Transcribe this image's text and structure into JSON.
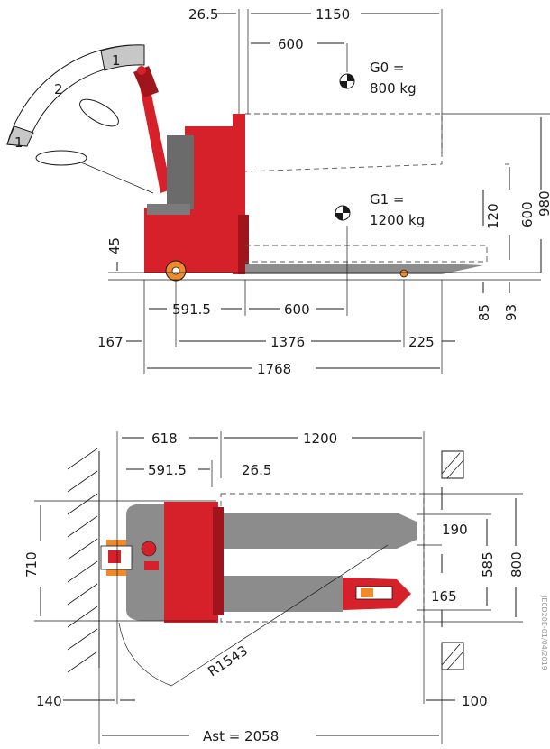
{
  "side_view": {
    "dims": {
      "d26_5": "26.5",
      "d1150": "1150",
      "d600_top": "600",
      "g0_label": "G0 =",
      "g0_load": "800 kg",
      "g1_label": "G1 =",
      "g1_load": "1200 kg",
      "d120": "120",
      "d600_right": "600",
      "d980": "980",
      "d45": "45",
      "d591_5": "591.5",
      "d600_bottom": "600",
      "d85": "85",
      "d93": "93",
      "d167": "167",
      "d1376": "1376",
      "d225": "225",
      "d1768": "1768"
    },
    "tiller_zones": [
      "1",
      "2",
      "1"
    ]
  },
  "top_view": {
    "dims": {
      "d618": "618",
      "d1200": "1200",
      "d591_5": "591.5",
      "d26_5": "26.5",
      "d710": "710",
      "d190": "190",
      "d585": "585",
      "d800": "800",
      "d165": "165",
      "r1543": "R1543",
      "d140": "140",
      "d100": "100",
      "ast": "Ast = 2058"
    }
  },
  "colors": {
    "body": "#d6202a",
    "forks": "#8c8c8c",
    "wheels": "#f08a2b"
  },
  "doc_ref": "JE0D20E-01/04/2019"
}
